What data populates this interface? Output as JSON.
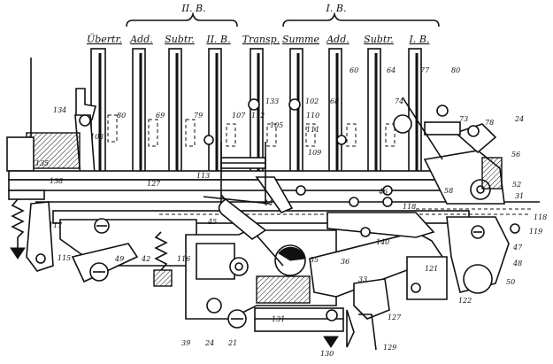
{
  "group_headers": [
    {
      "id": "II",
      "text": "II. B."
    },
    {
      "id": "I",
      "text": "I. B."
    }
  ],
  "column_labels": [
    "Übertr.",
    "Add.",
    "Subtr.",
    "II. B.",
    "Transp.",
    "Summe",
    "Add.",
    "Subtr.",
    "I. B."
  ],
  "part_numbers": [
    "134",
    "80",
    "69",
    "79",
    "107",
    "112",
    "133",
    "102",
    "110",
    "111",
    "109",
    "105",
    "60",
    "64",
    "68",
    "77",
    "80",
    "78",
    "24",
    "56",
    "73",
    "74",
    "52",
    "31",
    "118",
    "119",
    "47",
    "48",
    "50",
    "122",
    "121",
    "127",
    "129",
    "130",
    "131",
    "21",
    "24",
    "39",
    "116",
    "42",
    "49",
    "115",
    "117",
    "138",
    "135",
    "113",
    "103",
    "127",
    "44",
    "45",
    "35",
    "36",
    "33",
    "140",
    "46",
    "118",
    "58"
  ]
}
